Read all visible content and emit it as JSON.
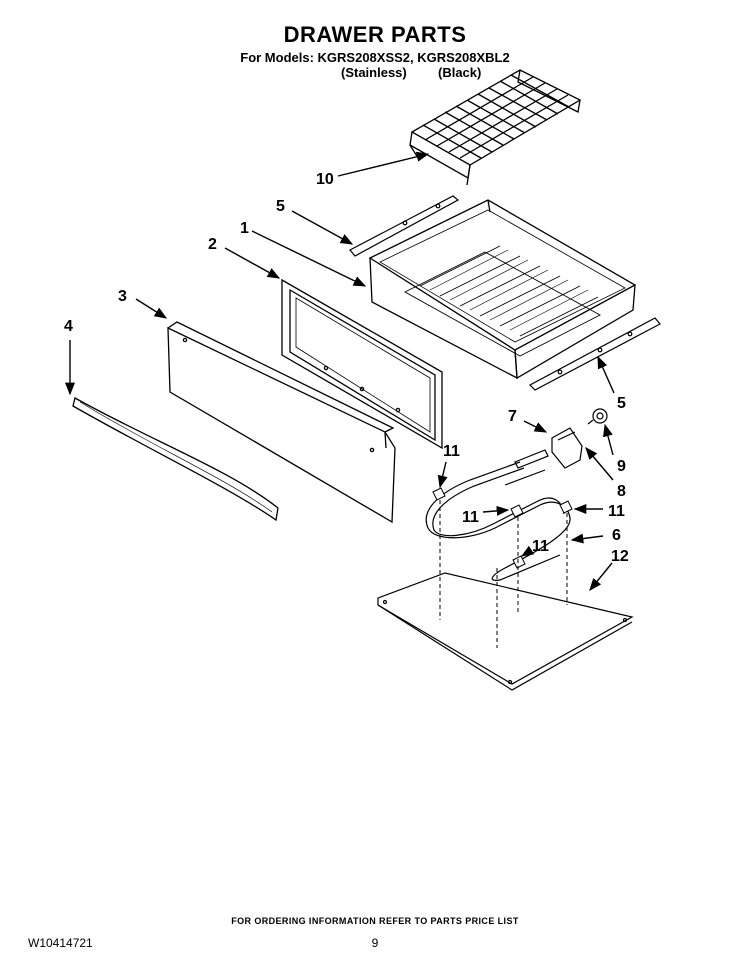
{
  "title": "DRAWER PARTS",
  "subtitle": "For Models: KGRS208XSS2, KGRS208XBL2",
  "variants": [
    "(Stainless)",
    "(Black)"
  ],
  "footer": "FOR ORDERING INFORMATION REFER TO PARTS PRICE LIST",
  "doc_number": "W10414721",
  "page_number": "9",
  "callouts": [
    "10",
    "5",
    "1",
    "2",
    "3",
    "4",
    "5",
    "7",
    "9",
    "8",
    "11",
    "11",
    "11",
    "6",
    "11",
    "12"
  ]
}
